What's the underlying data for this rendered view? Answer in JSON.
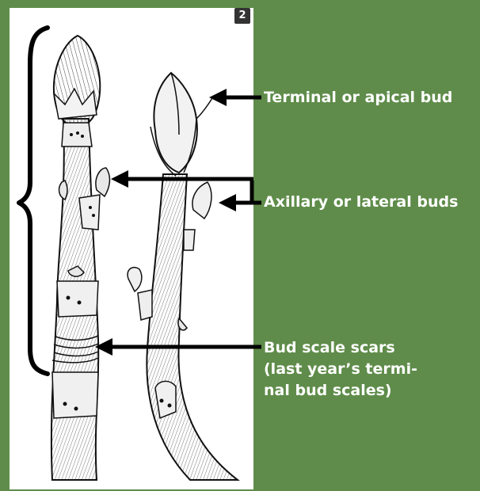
{
  "figure": {
    "number": "2",
    "colors": {
      "background": "#5f8c4a",
      "panel": "#ffffff",
      "ink": "#000000",
      "badge": "#333333"
    }
  },
  "labels": {
    "terminal": "Terminal or apical bud",
    "axillary": "Axillary or lateral buds",
    "scars_line1": "Bud scale scars",
    "scars_line2": "(last year’s termi-",
    "scars_line3": "nal bud scales)"
  },
  "icons": [
    "brace-icon",
    "arrow-left-icon"
  ]
}
